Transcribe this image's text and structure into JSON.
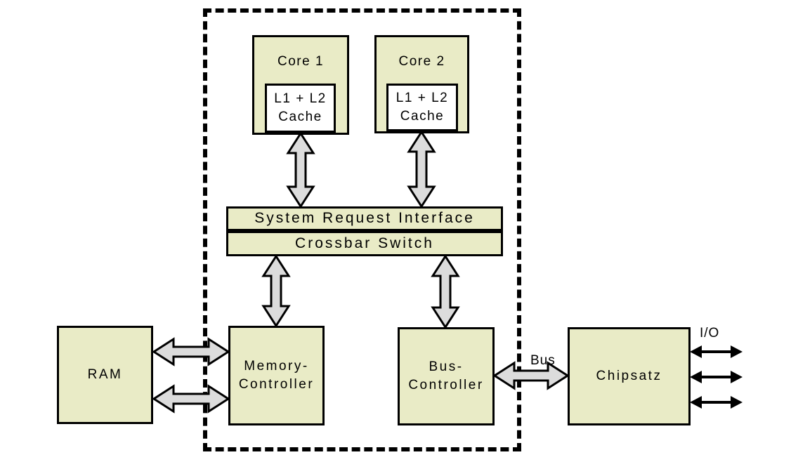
{
  "diagram": {
    "title_visible": false,
    "colors": {
      "block_fill": "#e9ebc6",
      "cache_fill": "#ffffff",
      "arrow_fill": "#dcdcdc",
      "outline": "#000000",
      "background": "#ffffff"
    },
    "die_boundary": {
      "style": "dashed",
      "name": "cpu-die-boundary"
    },
    "cores": [
      {
        "label": "Core 1",
        "cache_label": "L1 + L2\nCache"
      },
      {
        "label": "Core 2",
        "cache_label": "L1 + L2\nCache"
      }
    ],
    "interface_bar": {
      "top_label": "System Request Interface",
      "bottom_label": "Crossbar Switch"
    },
    "peripherals": {
      "ram": "RAM",
      "memory_controller": "Memory-\nController",
      "bus_controller": "Bus-\nController",
      "chipset": "Chipsatz"
    },
    "connection_labels": {
      "bus": "Bus",
      "io": "I/O"
    }
  }
}
